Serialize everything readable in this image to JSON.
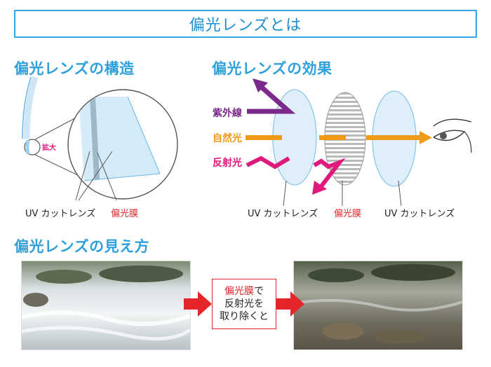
{
  "title": "偏光レンズとは",
  "sections": {
    "structure": "偏光レンズの構造",
    "effect": "偏光レンズの効果",
    "view": "偏光レンズの見え方"
  },
  "structure": {
    "zoom_label": "拡大",
    "uv_label": "UV カットレンズ",
    "film_label": "偏光膜"
  },
  "effect": {
    "rays": [
      {
        "label": "紫外線",
        "color": "#7b2a8c"
      },
      {
        "label": "自然光",
        "color": "#f09a1a"
      },
      {
        "label": "反射光",
        "color": "#e0197d"
      }
    ],
    "lens_left_label": "UV カットレンズ",
    "film_label": "偏光膜",
    "lens_right_label": "UV カットレンズ"
  },
  "view": {
    "caption_line1_red": "偏光膜",
    "caption_line1_rest": "で",
    "caption_line2": "反射光を",
    "caption_line3": "取り除くと"
  },
  "colors": {
    "accent_blue": "#2ea0dc",
    "arrow_red": "#e4262a",
    "uv_purple": "#7b2a8c",
    "natural_orange": "#f09a1a",
    "reflect_pink": "#e0197d"
  }
}
